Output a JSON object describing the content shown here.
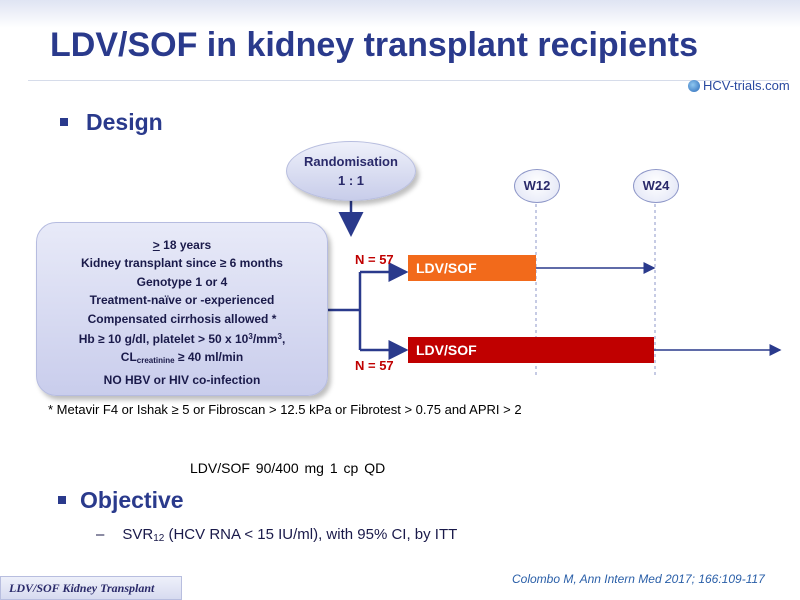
{
  "slide": {
    "title": "LDV/SOF in kidney transplant recipients",
    "logo_text": "HCV-trials.com",
    "design_heading": "Design",
    "randomisation": {
      "line1": "Randomisation",
      "line2": "1 : 1"
    },
    "criteria": {
      "age_sym": ">",
      "age_rest": " 18 years",
      "line2": "Kidney transplant since ≥ 6 months",
      "line3": "Genotype 1 or 4",
      "line4": "Treatment-naïve or -experienced",
      "line5": "Compensated cirrhosis allowed *",
      "line6_a": "Hb ≥ 10 g/dl, platelet > 50 x 10",
      "line6_sup": "3",
      "line6_b": "/mm",
      "line6_sup2": "3",
      "line6_c": ",",
      "line7_a": "CL",
      "line7_sub": "creatinine",
      "line7_b": " ≥ 40 ml/min",
      "line8": "NO HBV or HIV co-infection"
    },
    "weeks": [
      "W12",
      "W24"
    ],
    "arms": [
      {
        "n_label": "N = 57",
        "name": "LDV/SOF",
        "color": "#f26a1b"
      },
      {
        "n_label": "N = 57",
        "name": "LDV/SOF",
        "color": "#c00000"
      }
    ],
    "footnote": "* Metavir F4 or Ishak ≥ 5 or Fibroscan > 12.5 kPa or Fibrotest > 0.75 and APRI > 2",
    "regimen": "LDV/SOF 90/400 mg 1 cp QD",
    "objective_heading": "Objective",
    "objective": {
      "dash": "–",
      "svr": "SVR",
      "svr_sub": "12",
      "rest": " (HCV RNA < 15 IU/ml), with 95% CI, by ITT"
    },
    "bottom_tag": "LDV/SOF Kidney Transplant",
    "reference": "Colombo M, Ann Intern Med 2017; 166:109-117",
    "colors": {
      "accent": "#2a3a8c",
      "arm1": "#f26a1b",
      "arm2": "#c00000"
    },
    "icons": [
      "bullet-square-icon",
      "hcv-trials-globe-icon"
    ]
  }
}
